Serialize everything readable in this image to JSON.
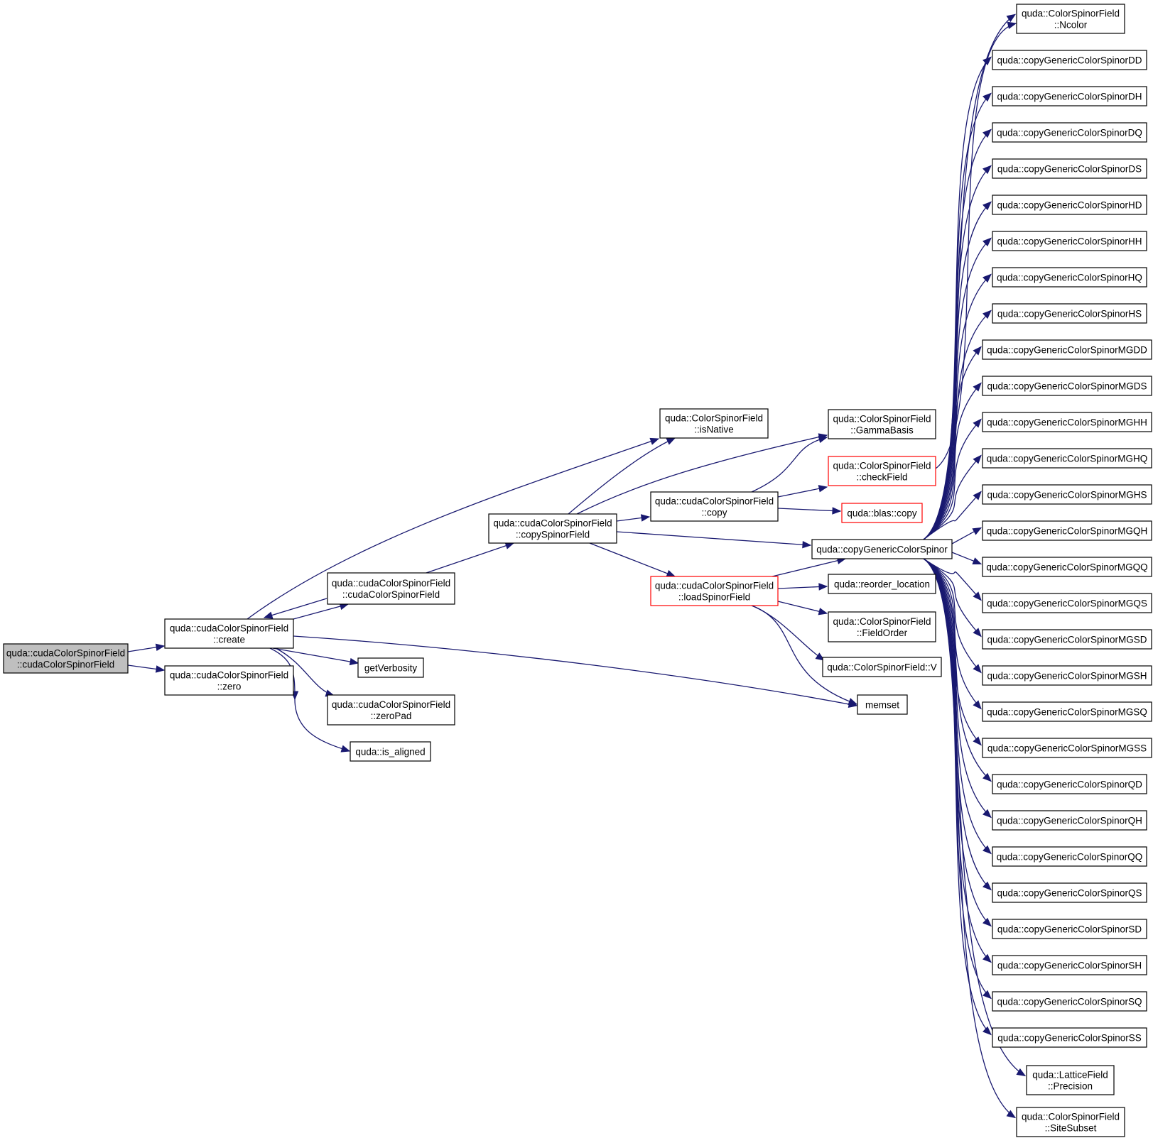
{
  "colors": {
    "edge": "#191970",
    "border": "#000000",
    "highlight_border": "#ff0000",
    "root_fill": "#bfbfbf"
  },
  "nodes": {
    "root": [
      "quda::cudaColorSpinorField",
      "::cudaColorSpinorField"
    ],
    "create": [
      "quda::cudaColorSpinorField",
      "::create"
    ],
    "zero": [
      "quda::cudaColorSpinorField",
      "::zero"
    ],
    "ctor2": [
      "quda::cudaColorSpinorField",
      "::cudaColorSpinorField"
    ],
    "getVerbosity": [
      "getVerbosity"
    ],
    "zeroPad": [
      "quda::cudaColorSpinorField",
      "::zeroPad"
    ],
    "is_aligned": [
      "quda::is_aligned"
    ],
    "copySpinorField": [
      "quda::cudaColorSpinorField",
      "::copySpinorField"
    ],
    "isNative": [
      "quda::ColorSpinorField",
      "::isNative"
    ],
    "copy": [
      "quda::cudaColorSpinorField",
      "::copy"
    ],
    "loadSpinorField": [
      "quda::cudaColorSpinorField",
      "::loadSpinorField"
    ],
    "GammaBasis": [
      "quda::ColorSpinorField",
      "::GammaBasis"
    ],
    "checkField": [
      "quda::ColorSpinorField",
      "::checkField"
    ],
    "blascopy": [
      "quda::blas::copy"
    ],
    "copyGenericColorSpinor": [
      "quda::copyGenericColorSpinor"
    ],
    "reorder_location": [
      "quda::reorder_location"
    ],
    "FieldOrder": [
      "quda::ColorSpinorField",
      "::FieldOrder"
    ],
    "V": [
      "quda::ColorSpinorField::V"
    ],
    "memset": [
      "memset"
    ],
    "Ncolor": [
      "quda::ColorSpinorField",
      "::Ncolor"
    ],
    "DD": [
      "quda::copyGenericColorSpinorDD"
    ],
    "DH": [
      "quda::copyGenericColorSpinorDH"
    ],
    "DQ": [
      "quda::copyGenericColorSpinorDQ"
    ],
    "DS": [
      "quda::copyGenericColorSpinorDS"
    ],
    "HD": [
      "quda::copyGenericColorSpinorHD"
    ],
    "HH": [
      "quda::copyGenericColorSpinorHH"
    ],
    "HQ": [
      "quda::copyGenericColorSpinorHQ"
    ],
    "HS": [
      "quda::copyGenericColorSpinorHS"
    ],
    "MGDD": [
      "quda::copyGenericColorSpinorMGDD"
    ],
    "MGDS": [
      "quda::copyGenericColorSpinorMGDS"
    ],
    "MGHH": [
      "quda::copyGenericColorSpinorMGHH"
    ],
    "MGHQ": [
      "quda::copyGenericColorSpinorMGHQ"
    ],
    "MGHS": [
      "quda::copyGenericColorSpinorMGHS"
    ],
    "MGQH": [
      "quda::copyGenericColorSpinorMGQH"
    ],
    "MGQQ": [
      "quda::copyGenericColorSpinorMGQQ"
    ],
    "MGQS": [
      "quda::copyGenericColorSpinorMGQS"
    ],
    "MGSD": [
      "quda::copyGenericColorSpinorMGSD"
    ],
    "MGSH": [
      "quda::copyGenericColorSpinorMGSH"
    ],
    "MGSQ": [
      "quda::copyGenericColorSpinorMGSQ"
    ],
    "MGSS": [
      "quda::copyGenericColorSpinorMGSS"
    ],
    "QD": [
      "quda::copyGenericColorSpinorQD"
    ],
    "QH": [
      "quda::copyGenericColorSpinorQH"
    ],
    "QQ": [
      "quda::copyGenericColorSpinorQQ"
    ],
    "QS": [
      "quda::copyGenericColorSpinorQS"
    ],
    "SD": [
      "quda::copyGenericColorSpinorSD"
    ],
    "SH": [
      "quda::copyGenericColorSpinorSH"
    ],
    "SQ": [
      "quda::copyGenericColorSpinorSQ"
    ],
    "SS": [
      "quda::copyGenericColorSpinorSS"
    ],
    "Precision": [
      "quda::LatticeField",
      "::Precision"
    ],
    "SiteSubset": [
      "quda::ColorSpinorField",
      "::SiteSubset"
    ]
  }
}
